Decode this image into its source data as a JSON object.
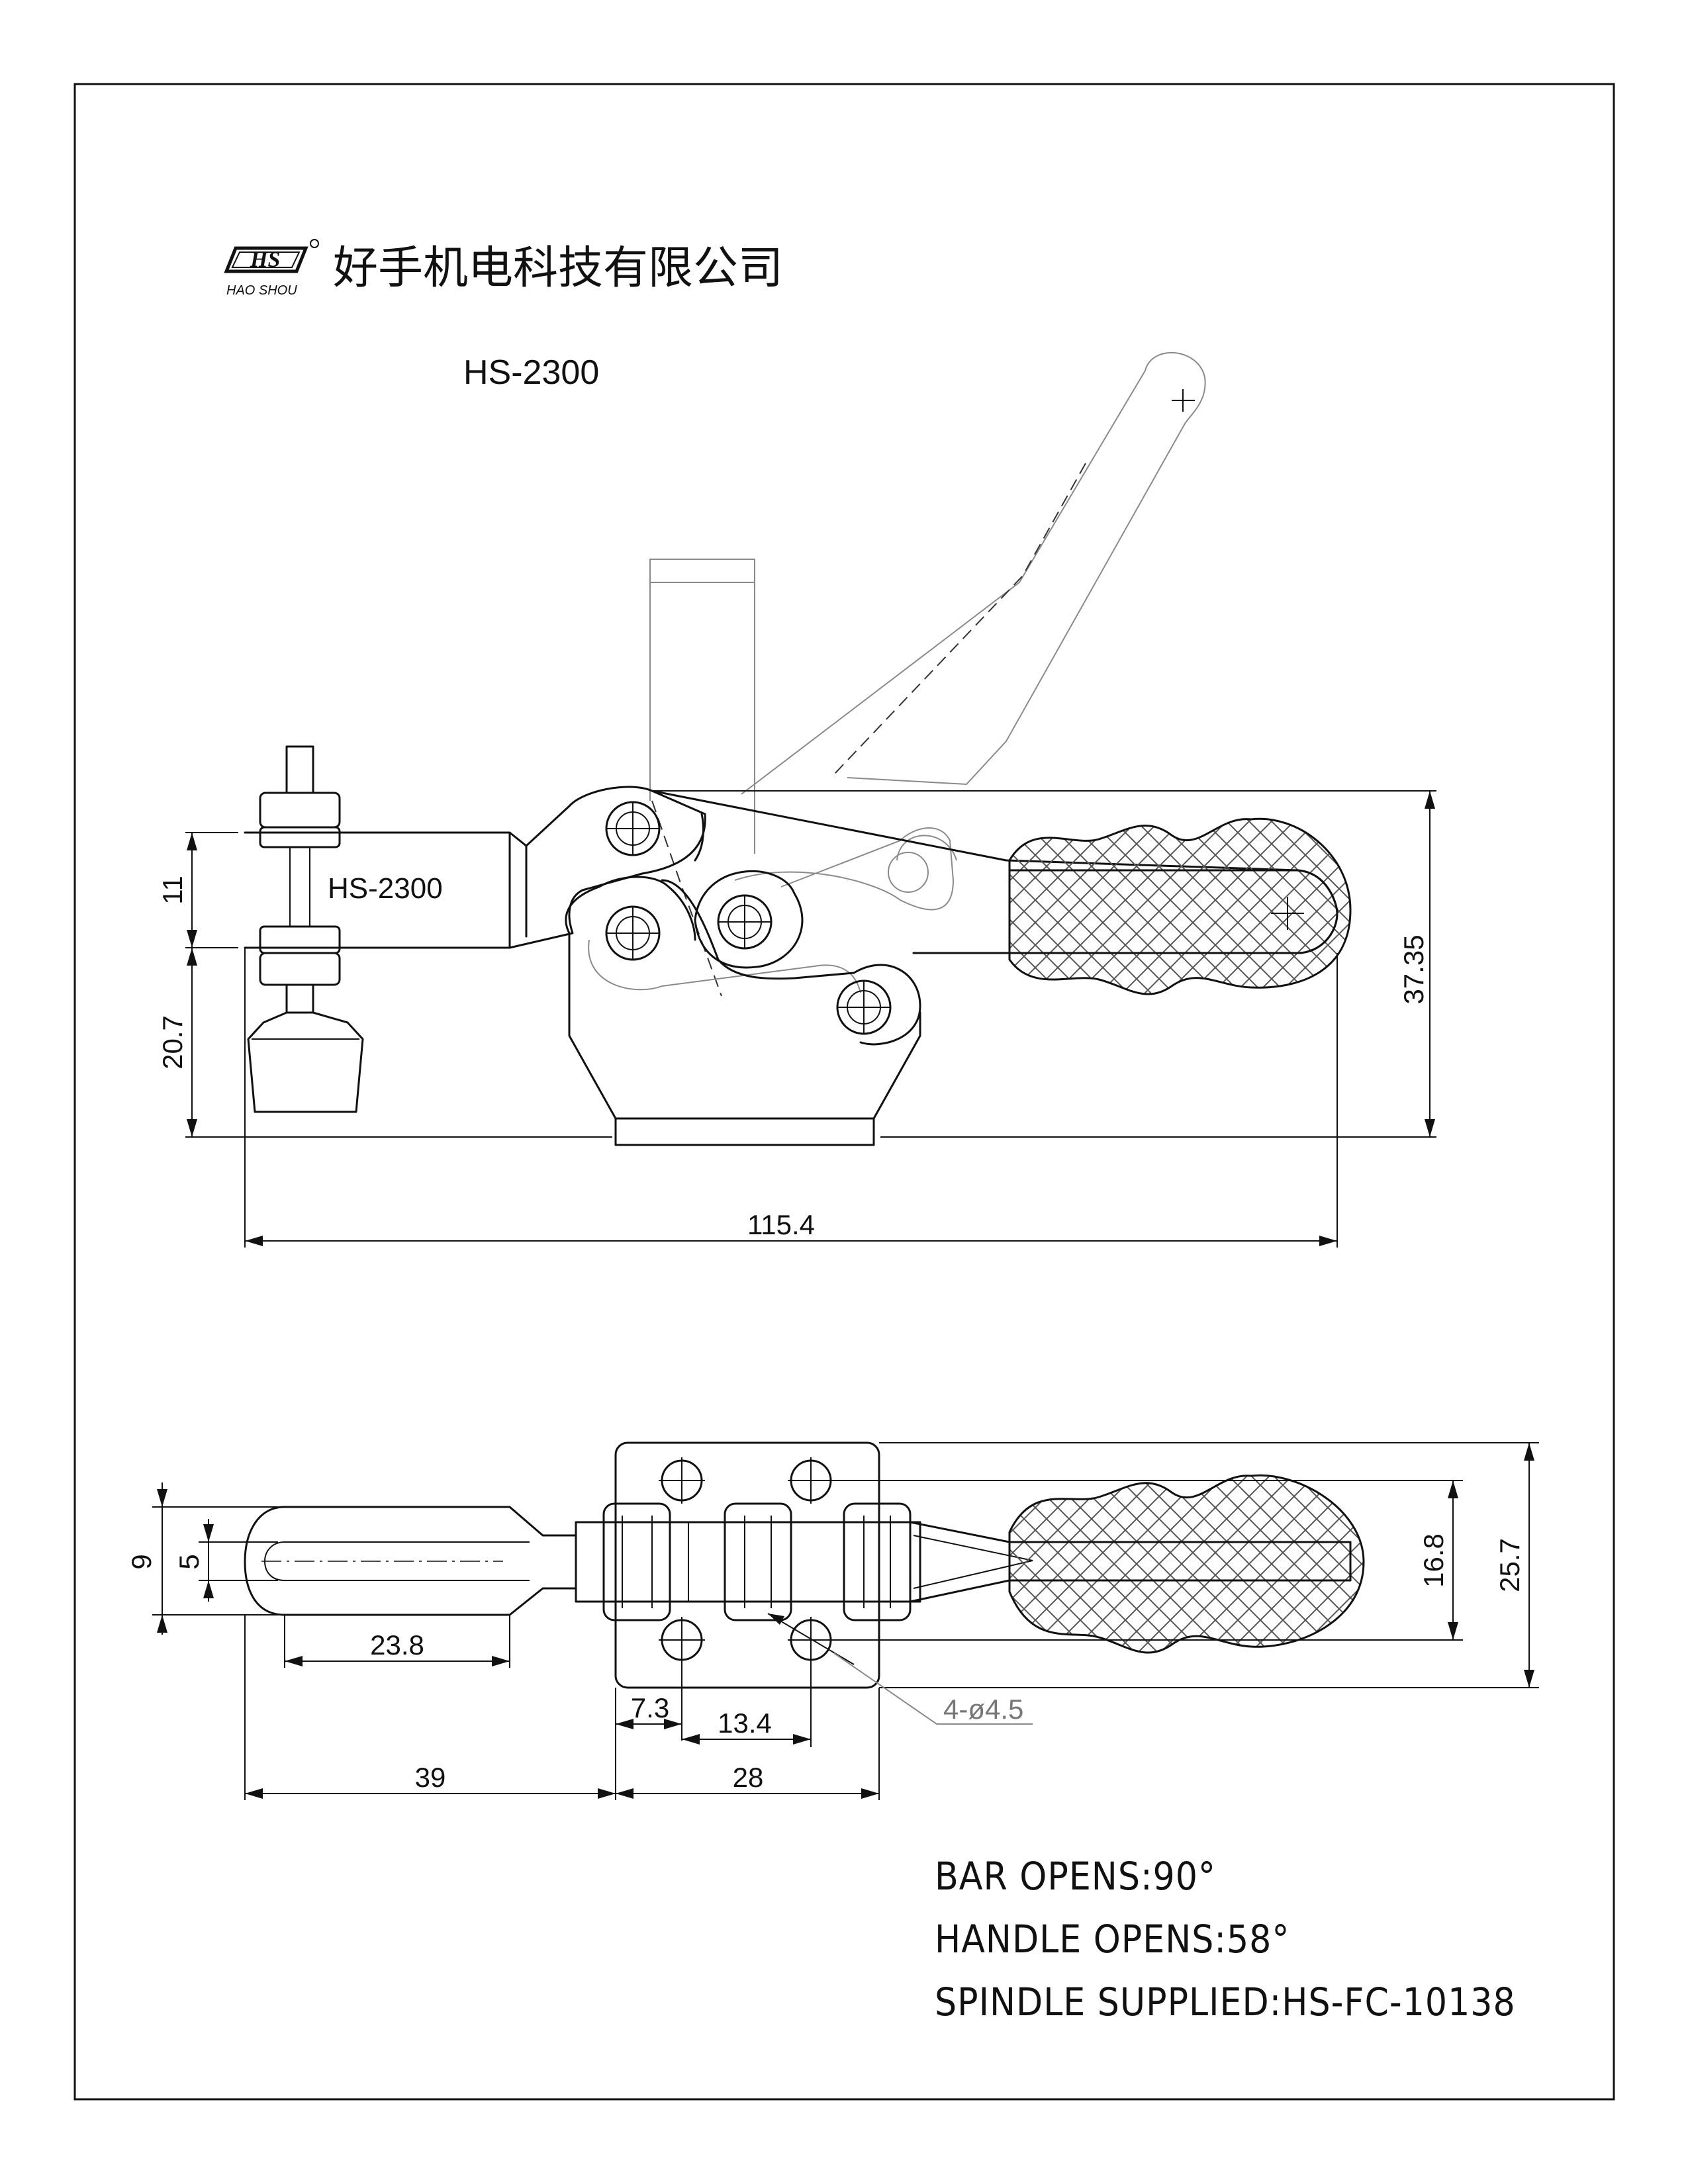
{
  "header": {
    "logo_mark": "HS",
    "logo_sub": "HAO SHOU",
    "company": "好手机电科技有限公司",
    "model_title": "HS-2300"
  },
  "side_view": {
    "part_label": "HS-2300",
    "dimensions": {
      "d_11": "11",
      "d_20_7": "20.7",
      "d_37_35": "37.35",
      "d_115_4": "115.4"
    }
  },
  "top_view": {
    "dimensions": {
      "d_9": "9",
      "d_5": "5",
      "d_23_8": "23.8",
      "d_16_8": "16.8",
      "d_25_7": "25.7",
      "d_7_3": "7.3",
      "d_13_4": "13.4",
      "d_39": "39",
      "d_28": "28",
      "hole_callout": "4-ø4.5"
    }
  },
  "notes": [
    "BAR OPENS:90°",
    "HANDLE OPENS:58°",
    "SPINDLE SUPPLIED:HS-FC-10138"
  ]
}
